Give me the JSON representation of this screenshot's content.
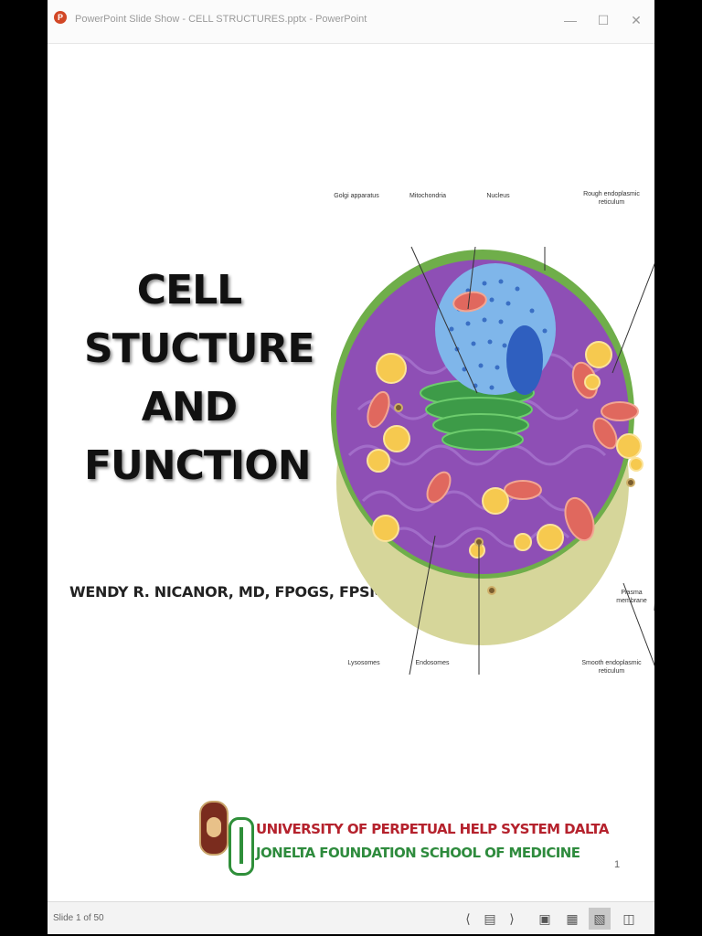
{
  "window": {
    "title": "PowerPoint Slide Show  -  CELL STRUCTURES.pptx - PowerPoint",
    "app_icon_letter": "P",
    "controls": {
      "minimize": "—",
      "maximize": "☐",
      "close": "✕"
    }
  },
  "slide": {
    "title_lines": [
      "CELL",
      "STUCTURE",
      "AND",
      "FUNCTION"
    ],
    "author": "WENDY R. NICANOR, MD, FPOGS, FPSMFM",
    "diagram_labels": {
      "golgi": "Golgi apparatus",
      "mitochondria": "Mitochondria",
      "nucleus": "Nucleus",
      "rough_er_1": "Rough endoplasmic",
      "rough_er_2": "reticulum",
      "plasma_1": "Plasma",
      "plasma_2": "membrane",
      "lysosomes": "Lysosomes",
      "endosomes": "Endosomes",
      "smooth_er_1": "Smooth endoplasmic",
      "smooth_er_2": "reticulum"
    },
    "university": "UNIVERSITY OF PERPETUAL HELP SYSTEM DALTA",
    "school": "JONELTA FOUNDATION SCHOOL OF MEDICINE",
    "page_number": "1"
  },
  "statusbar": {
    "slide_position": "Slide 1 of 50",
    "icons": {
      "prev": "chevron-left-icon",
      "menu": "slide-menu-icon",
      "next": "chevron-right-icon",
      "normal": "normal-view-icon",
      "sorter": "slide-sorter-icon",
      "reading": "reading-view-icon",
      "present": "slideshow-icon"
    }
  },
  "colors": {
    "cytoplasm": "#8e4fb5",
    "nucleus": "#7fb6ea",
    "university_red": "#b5222d",
    "school_green": "#2e8b3d"
  }
}
